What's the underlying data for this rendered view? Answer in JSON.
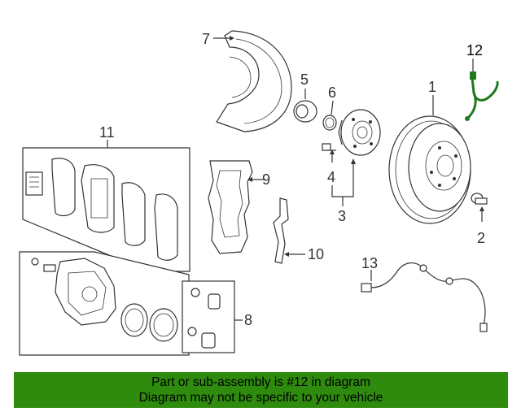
{
  "callouts": {
    "c1": "1",
    "c2": "2",
    "c3": "3",
    "c4": "4",
    "c5": "5",
    "c6": "6",
    "c7": "7",
    "c8": "8",
    "c9": "9",
    "c10": "10",
    "c11": "11",
    "c12": "12",
    "c13": "13"
  },
  "banner": {
    "line1": "Part or sub-assembly is #12 in diagram",
    "line2": "Diagram may not be specific to your vehicle",
    "color": "#2e8b0e"
  },
  "highlight_color": "#1f7a1f"
}
